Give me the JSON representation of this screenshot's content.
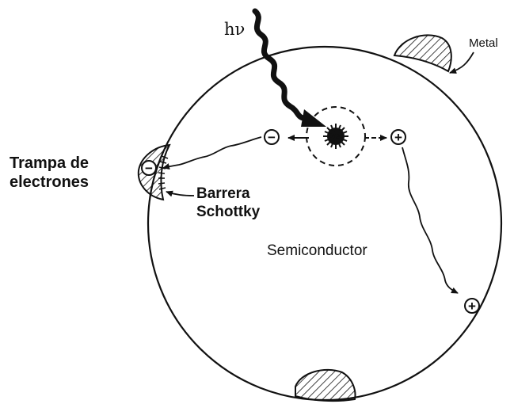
{
  "diagram": {
    "labels": {
      "photon": "hν",
      "metal": "Metal",
      "trap_line1": "Trampa de",
      "trap_line2": "electrones",
      "barrier_line1": "Barrera",
      "barrier_line2": "Schottky",
      "semiconductor": "Semiconductor"
    },
    "charges": {
      "electron": "−",
      "hole": "+"
    }
  }
}
